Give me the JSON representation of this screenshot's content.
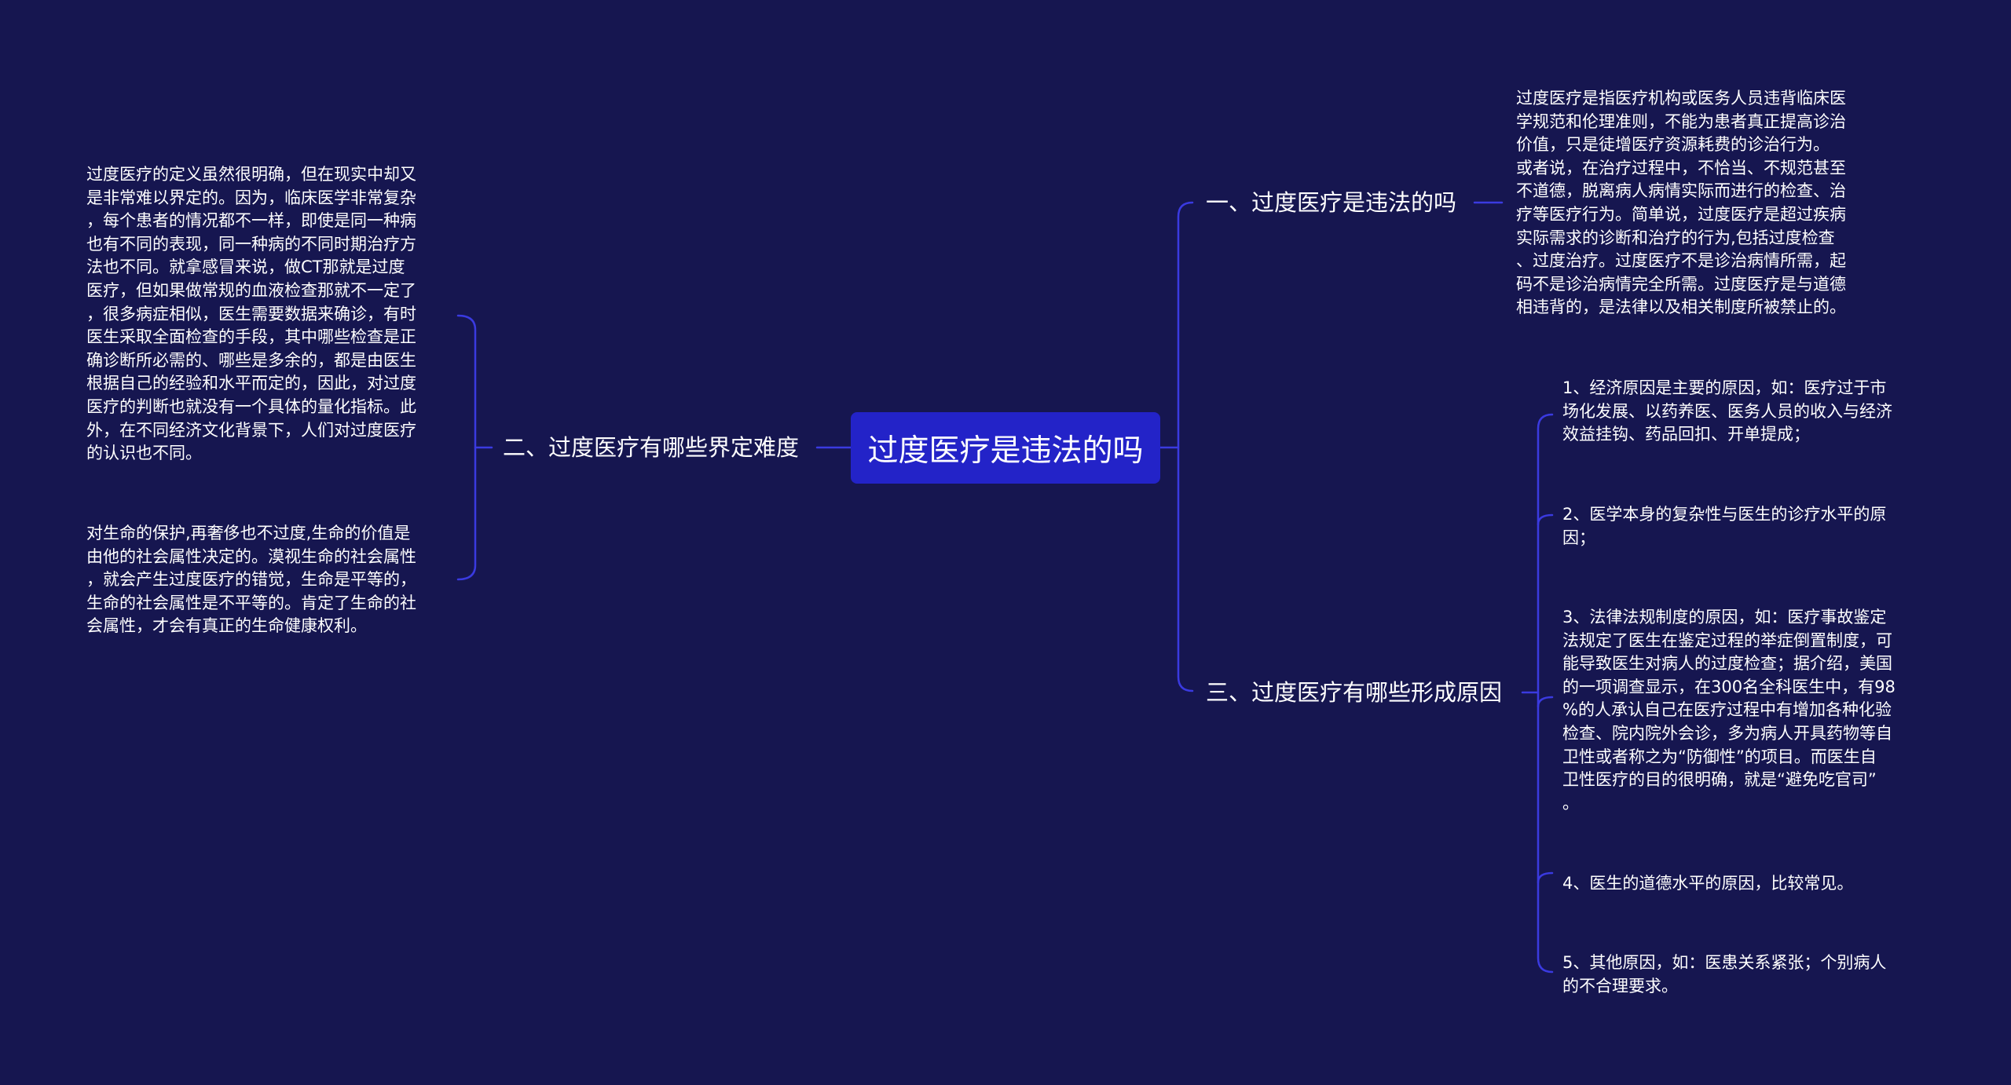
{
  "root": {
    "label": "过度医疗是违法的吗"
  },
  "branches": {
    "b1": {
      "label": "一、过度医疗是违法的吗",
      "leaves": [
        {
          "lines": [
            "过度医疗是指医疗机构或医务人员违背临床医",
            "学规范和伦理准则，不能为患者真正提高诊治",
            "价值，只是徒增医疗资源耗费的诊治行为。",
            "或者说，在治疗过程中，不恰当、不规范甚至",
            "不道德，脱离病人病情实际而进行的检查、治",
            "疗等医疗行为。简单说，过度医疗是超过疾病",
            "实际需求的诊断和治疗的行为,包括过度检查",
            "、过度治疗。过度医疗不是诊治病情所需，起",
            "码不是诊治病情完全所需。过度医疗是与道德",
            "相违背的，是法律以及相关制度所被禁止的。"
          ]
        }
      ]
    },
    "b2": {
      "label": "二、过度医疗有哪些界定难度",
      "leaves": [
        {
          "lines": [
            "过度医疗的定义虽然很明确，但在现实中却又",
            "是非常难以界定的。因为，临床医学非常复杂",
            "，每个患者的情况都不一样，即使是同一种病",
            "也有不同的表现，同一种病的不同时期治疗方",
            "法也不同。就拿感冒来说，做CT那就是过度",
            "医疗，但如果做常规的血液检查那就不一定了",
            "，很多病症相似，医生需要数据来确诊，有时",
            "医生采取全面检查的手段，其中哪些检查是正",
            "确诊断所必需的、哪些是多余的，都是由医生",
            "根据自己的经验和水平而定的，因此，对过度",
            "医疗的判断也就没有一个具体的量化指标。此",
            "外，在不同经济文化背景下，人们对过度医疗",
            "的认识也不同。"
          ]
        },
        {
          "lines": [
            "对生命的保护,再奢侈也不过度,生命的价值是",
            "由他的社会属性决定的。漠视生命的社会属性",
            "，就会产生过度医疗的错觉，生命是平等的，",
            "生命的社会属性是不平等的。肯定了生命的社",
            "会属性，才会有真正的生命健康权利。"
          ]
        }
      ]
    },
    "b3": {
      "label": "三、过度医疗有哪些形成原因",
      "leaves": [
        {
          "lines": [
            "1、经济原因是主要的原因，如：医疗过于市",
            "场化发展、以药养医、医务人员的收入与经济",
            "效益挂钩、药品回扣、开单提成；"
          ]
        },
        {
          "lines": [
            "2、医学本身的复杂性与医生的诊疗水平的原",
            "因；"
          ]
        },
        {
          "lines": [
            "3、法律法规制度的原因，如：医疗事故鉴定",
            "法规定了医生在鉴定过程的举症倒置制度，可",
            "能导致医生对病人的过度检查；据介绍，美国",
            "的一项调查显示，在300名全科医生中，有98",
            "%的人承认自己在医疗过程中有增加各种化验",
            "检查、院内院外会诊，多为病人开具药物等自",
            "卫性或者称之为“防御性”的项目。而医生自",
            "卫性医疗的目的很明确，就是“避免吃官司”",
            "。"
          ]
        },
        {
          "lines": [
            "4、医生的道德水平的原因，比较常见。"
          ]
        },
        {
          "lines": [
            "5、其他原因，如：医患关系紧张；个别病人",
            "的不合理要求。"
          ]
        }
      ]
    }
  },
  "colors": {
    "background": "#161650",
    "root_fill": "#2323c8",
    "connector": "#3a3ae0",
    "text": "#ffffff"
  }
}
